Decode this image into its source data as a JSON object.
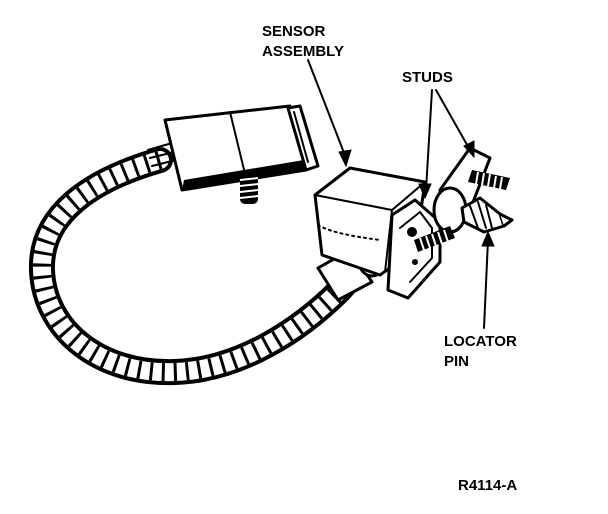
{
  "labels": {
    "sensor_line1": "SENSOR",
    "sensor_line2": "ASSEMBLY",
    "studs": "STUDS",
    "locator_line1": "LOCATOR",
    "locator_line2": "PIN",
    "figure_id": "R4114-A"
  },
  "colors": {
    "ink": "#000000",
    "background": "#ffffff"
  }
}
